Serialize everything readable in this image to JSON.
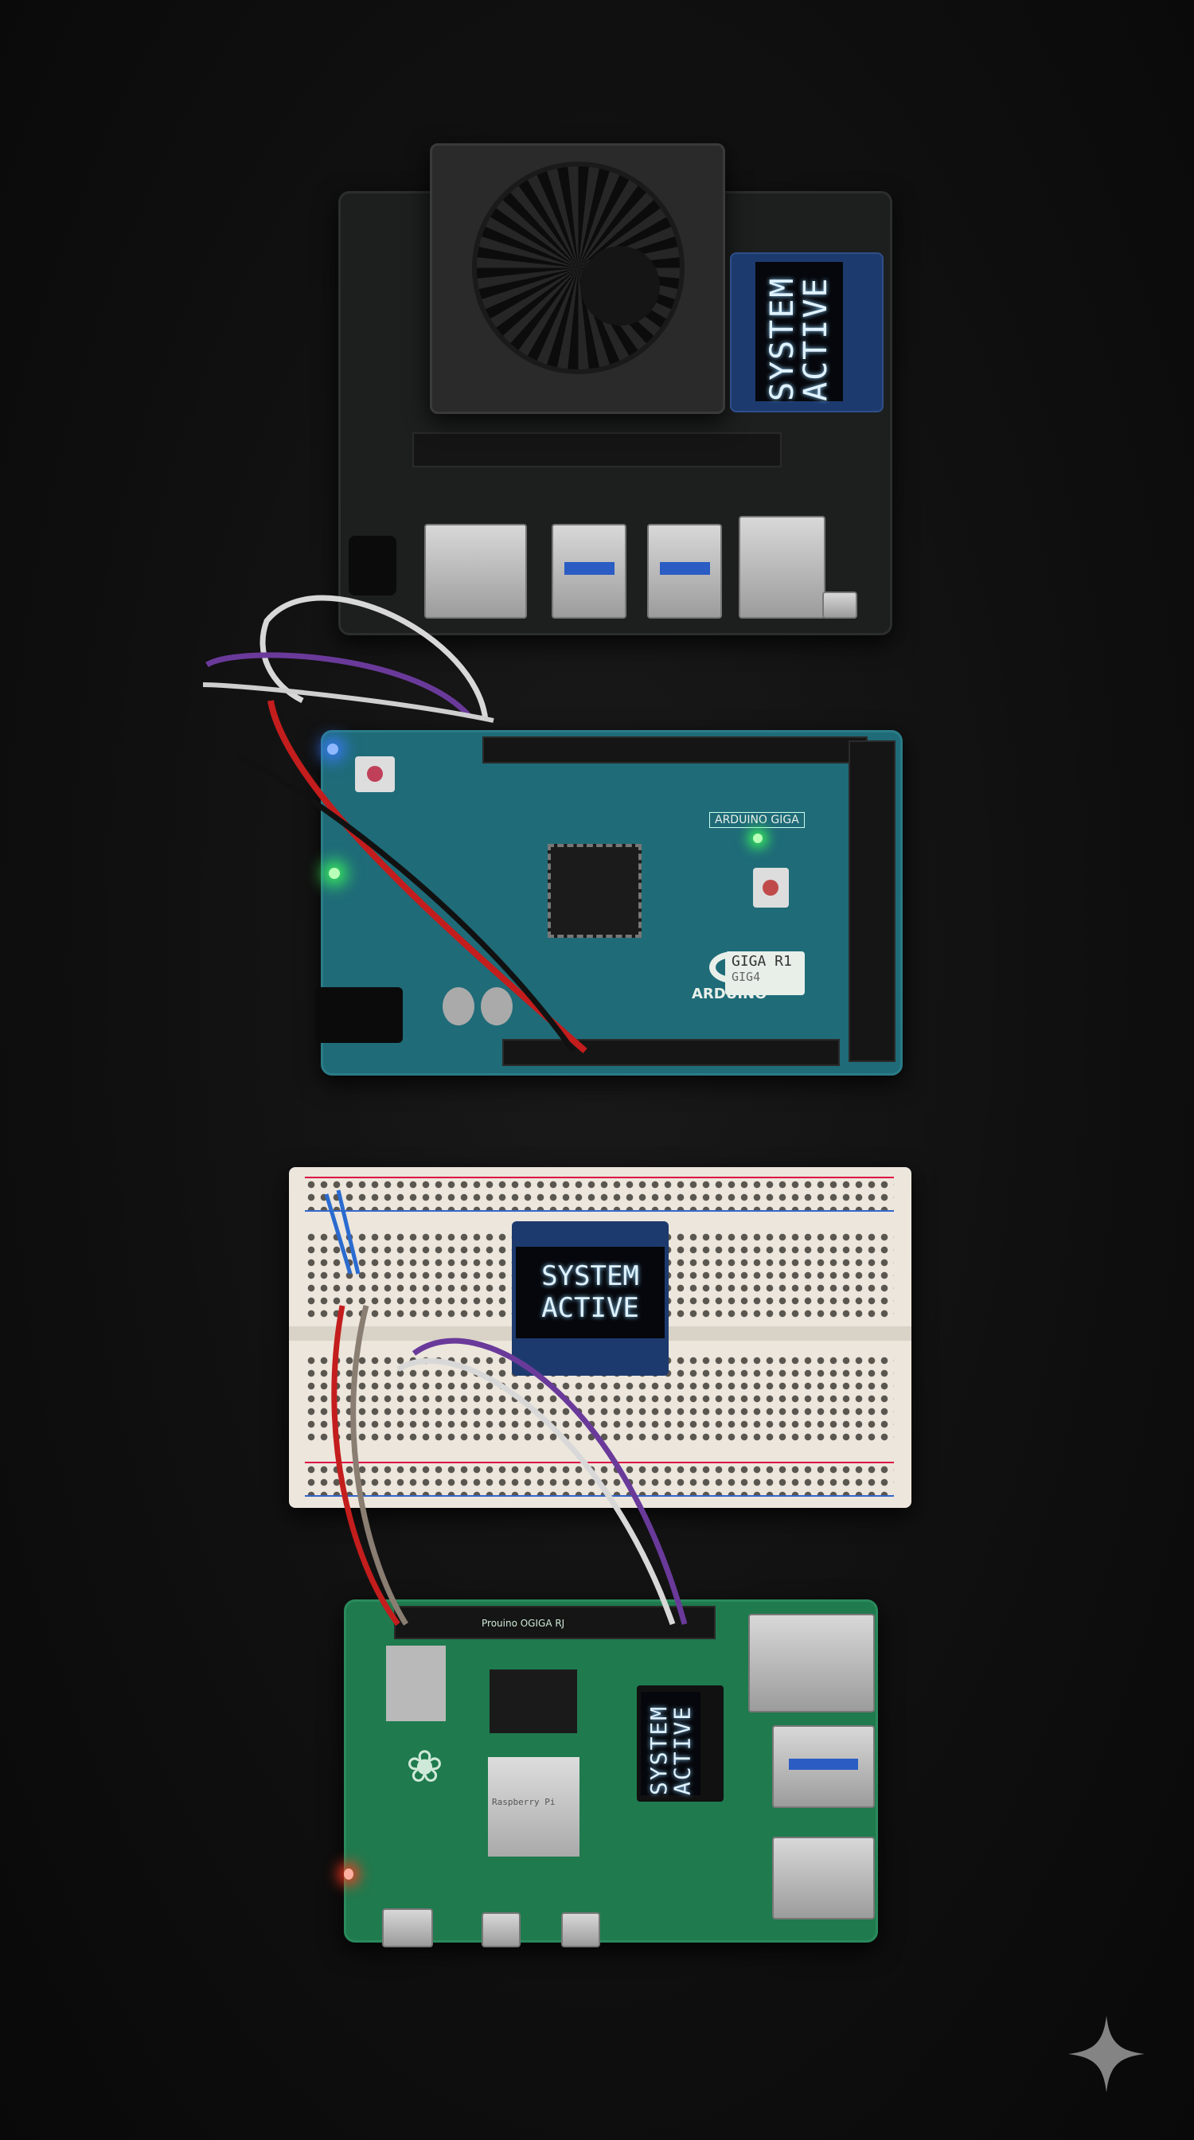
{
  "jetson": {
    "oled_text": "SYSTEM ACTIVE"
  },
  "arduino": {
    "label_top": "ARDUINO GIGA",
    "model": "GIGA R1",
    "model_sub": "GIG4",
    "brand": "ARDUINO"
  },
  "breadboard": {
    "oled_text_line1": "SYSTEM",
    "oled_text_line2": "ACTIVE"
  },
  "raspberry_pi": {
    "oled_text": "SYSTEM ACTIVE",
    "silk_text": "Prouino OGIGA RJ",
    "soc_text": "Raspberry Pi"
  },
  "colors": {
    "led_blue": "#3a7bff",
    "led_green": "#3cff5a",
    "led_red": "#ff3a20",
    "wire_red": "#c41d1d",
    "wire_purple": "#6a3a9a",
    "wire_white": "#d8d8d8",
    "wire_black": "#111111"
  },
  "watermark": {
    "icon": "sparkle-icon"
  }
}
